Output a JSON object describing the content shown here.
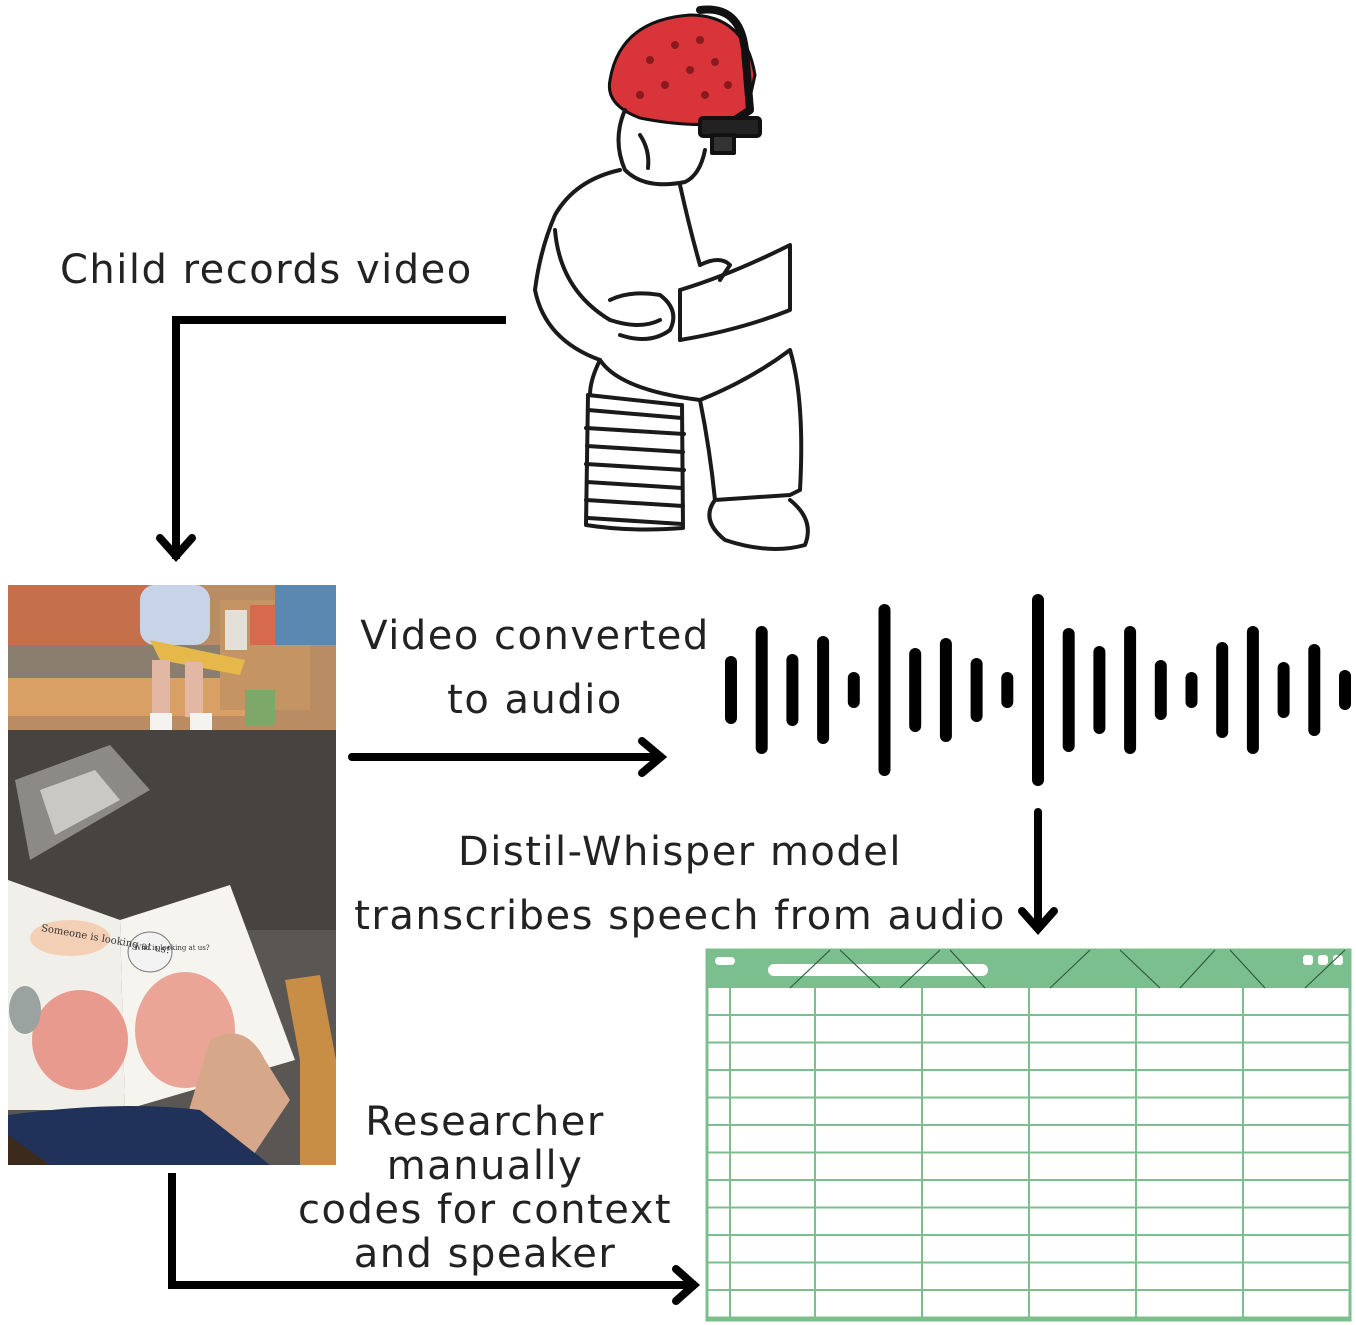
{
  "labels": {
    "child_records": "Child records video",
    "video_converted": [
      "Video converted",
      "to audio"
    ],
    "distil_whisper": [
      "Distil-Whisper model",
      "transcribes speech from audio"
    ],
    "researcher": [
      "Researcher",
      "manually",
      "codes for context",
      "and speaker"
    ]
  },
  "book_photo": {
    "speech_bubble_left": "Someone is looking at us!",
    "speech_bubble_right": "Who is looking at us?"
  },
  "colors": {
    "arrow": "#000000",
    "helmet": "#d8343a",
    "spreadsheet_header": "#7bbf8e",
    "spreadsheet_grid": "#7bbf8e"
  },
  "icons": [
    "child-reading-illustration",
    "waveform-icon",
    "spreadsheet-icon",
    "book-photo"
  ]
}
